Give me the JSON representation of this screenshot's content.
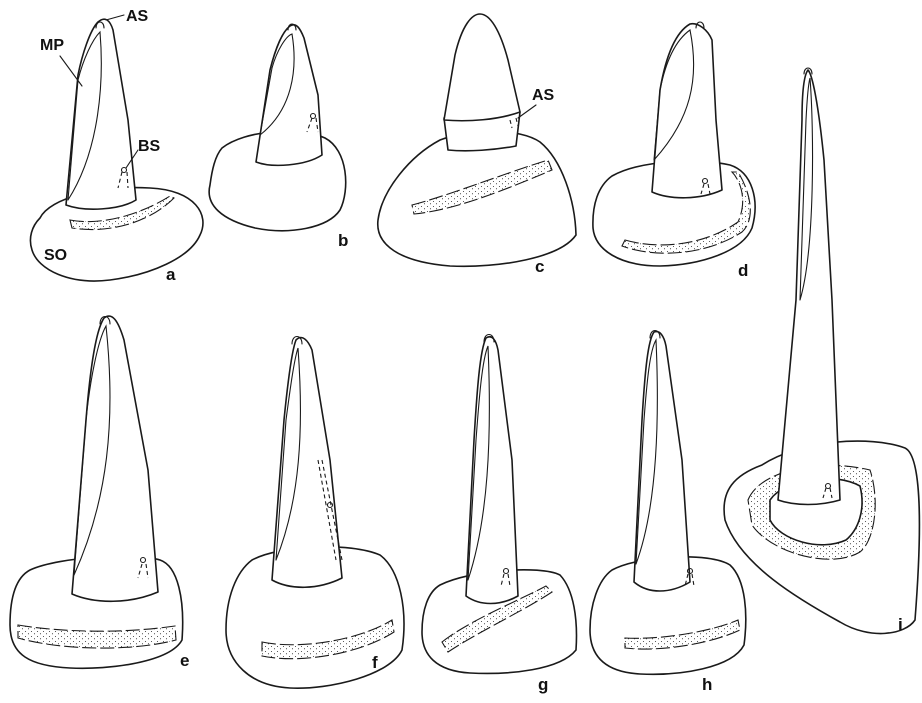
{
  "labels": {
    "as_a": "AS",
    "mp": "MP",
    "bs": "BS",
    "so": "SO",
    "as_c": "AS"
  },
  "panels": [
    "a",
    "b",
    "c",
    "d",
    "e",
    "f",
    "g",
    "h",
    "i"
  ]
}
